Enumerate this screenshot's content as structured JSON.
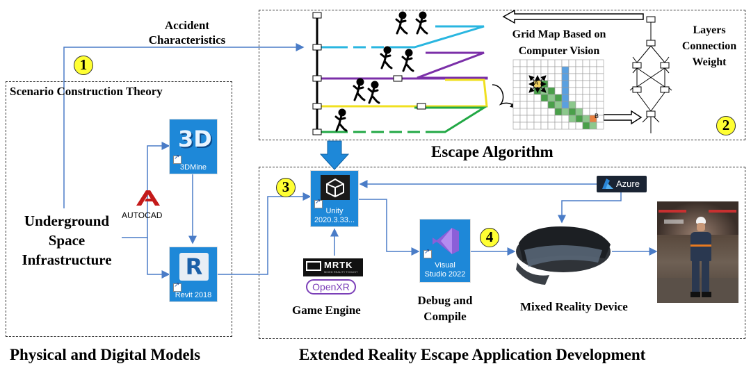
{
  "labels": {
    "accident_characteristics_l1": "Accident",
    "accident_characteristics_l2": "Characteristics",
    "scenario_theory": "Scenario Construction Theory",
    "grid_map_l1": "Grid Map Based on",
    "grid_map_l2": "Computer Vision",
    "layers_l1": "Layers",
    "layers_l2": "Connection",
    "layers_l3": "Weight",
    "escape_algorithm": "Escape Algorithm",
    "underground_l1": "Underground",
    "underground_l2": "Space",
    "underground_l3": "Infrastructure",
    "autocad": "AUTOCAD",
    "game_engine": "Game Engine",
    "debug_l1": "Debug and",
    "debug_l2": "Compile",
    "mixed_reality": "Mixed Reality Device",
    "physical_digital": "Physical and Digital Models",
    "xr_dev": "Extended Reality Escape Application Development",
    "grid_a": "A",
    "grid_b": "B"
  },
  "steps": {
    "one": "1",
    "two": "2",
    "three": "3",
    "four": "4"
  },
  "apps": {
    "mine3d": "3DMine",
    "revit": "Revit 2018",
    "unity_l1": "Unity",
    "unity_l2": "2020.3.33...",
    "vs_l1": "Visual",
    "vs_l2": "Studio 2022",
    "azure": "Azure",
    "mrtk": "MRTK",
    "mrtk_sub": "MIXED REALITY TOOLKIT",
    "openxr": "OpenXR"
  },
  "colors": {
    "arrow_blue": "#4a7cc7",
    "layer_cyan": "#29b6e0",
    "layer_purple": "#7b2fa8",
    "layer_yellow": "#f0e020",
    "layer_green": "#22a845",
    "tile_blue": "#1e88d8",
    "callout_yellow": "#ffff33"
  }
}
